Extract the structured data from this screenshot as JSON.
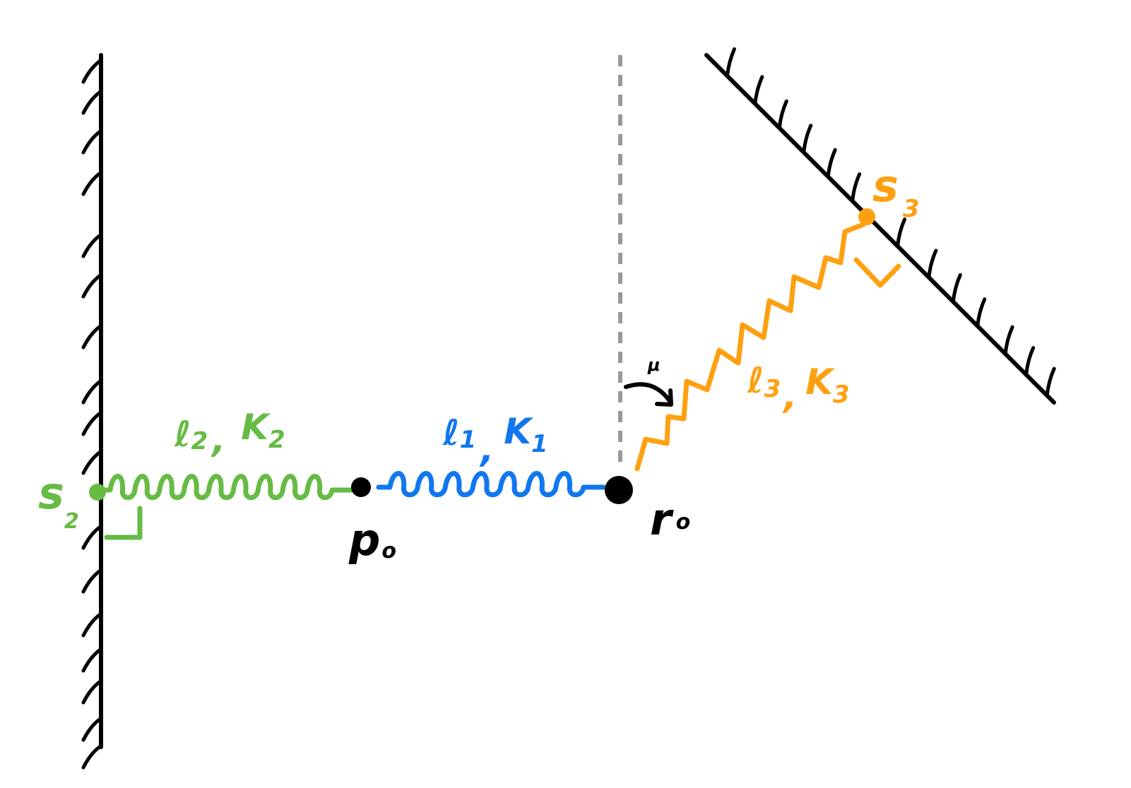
{
  "colors": {
    "ink": "#000000",
    "green": "#66bb44",
    "blue": "#1177ee",
    "orange": "#ffa010",
    "dashed": "#999999"
  },
  "labels": {
    "s2": {
      "base": "s",
      "sub": "2"
    },
    "s3": {
      "base": "s",
      "sub": "3"
    },
    "p0": {
      "base": "p",
      "sub": "o"
    },
    "r0": {
      "base": "r",
      "sub": "o"
    },
    "spring2": {
      "l": "ℓ",
      "l_sub": "2",
      "sep": ",",
      "k": "K",
      "k_sub": "2"
    },
    "spring1": {
      "l": "ℓ",
      "l_sub": "1",
      "sep": ",",
      "k": "K",
      "k_sub": "1"
    },
    "spring3": {
      "l": "ℓ",
      "l_sub": "3",
      "sep": ",",
      "k": "K",
      "k_sub": "3"
    },
    "angle": "μ"
  },
  "icons": {
    "left_wall": "hatched-wall-icon",
    "right_wall": "hatched-wall-icon",
    "right_angle_s2": "right-angle-mark-icon",
    "right_angle_s3": "right-angle-mark-icon",
    "angle_arrow": "curved-arrow-icon"
  }
}
